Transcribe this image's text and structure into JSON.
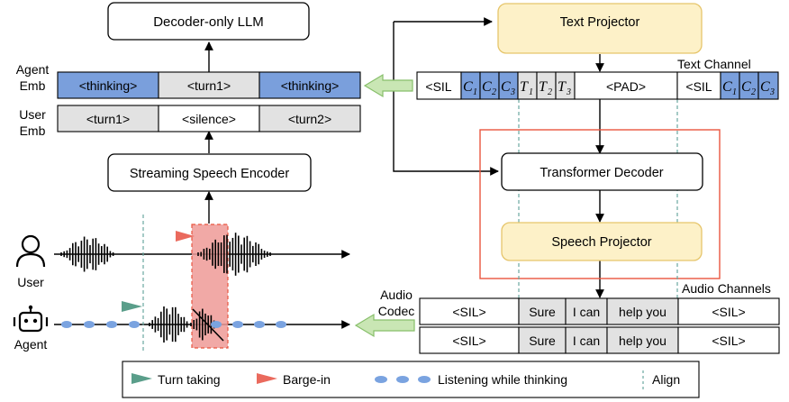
{
  "llm": {
    "label": "Decoder-only LLM"
  },
  "text_projector": {
    "label": "Text Projector"
  },
  "encoder": {
    "label": "Streaming Speech Encoder"
  },
  "transformer_decoder": {
    "label": "Transformer Decoder"
  },
  "speech_projector": {
    "label": "Speech Projector"
  },
  "agent_emb": {
    "label_line1": "Agent",
    "label_line2": "Emb",
    "cells": [
      "<thinking>",
      "<turn1>",
      "<thinking>"
    ]
  },
  "user_emb": {
    "label_line1": "User",
    "label_line2": "Emb",
    "cells": [
      "<turn1>",
      "<silence>",
      "<turn2>"
    ]
  },
  "text_channel": {
    "label": "Text Channel",
    "sil": "<SIL",
    "pad": "<PAD>",
    "sub_c": [
      "1",
      "2",
      "3"
    ],
    "sub_t": [
      "1",
      "2",
      "3"
    ],
    "c_letter": "C",
    "t_letter": "T"
  },
  "audio_channels": {
    "label": "Audio Channels",
    "codec_line1": "Audio",
    "codec_line2": "Codec",
    "row": [
      "<SIL>",
      "Sure",
      "I can",
      "help you",
      "<SIL>"
    ]
  },
  "user_label": "User",
  "agent_label": "Agent",
  "legend": {
    "turn_taking": "Turn taking",
    "barge_in": "Barge-in",
    "listening": "Listening while thinking",
    "align": "Align"
  },
  "colors": {
    "blue_cell": "#7a9fdc",
    "gray_cell": "#e2e2e2",
    "yellow_box": "#fdf1c8",
    "yellow_border": "#e6c56b",
    "red_outline": "#e9553f",
    "barge_fill": "#ef9a96",
    "turn_taking": "#5a9e8a",
    "barge_in": "#ea6a5d",
    "listen_dot": "#7aa3e0",
    "green_arrow": "#c9e6b4",
    "green_arrow_border": "#87bf6a",
    "align_line": "#6aa8a0"
  }
}
